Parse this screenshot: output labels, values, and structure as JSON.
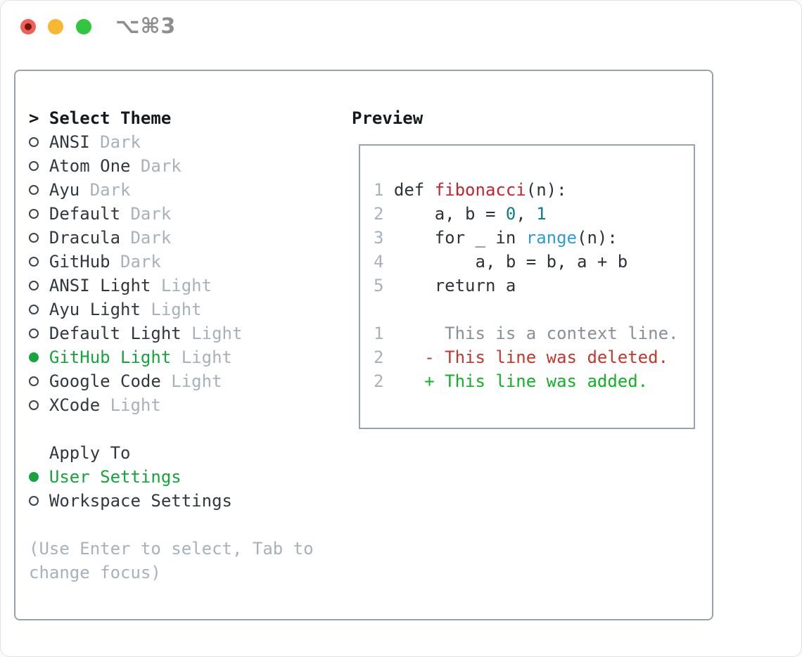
{
  "window": {
    "title": "⌥⌘3",
    "traffic_lights": [
      "close",
      "minimize",
      "zoom"
    ]
  },
  "colors": {
    "green": "#14a53c",
    "muted": "#a8b1bb",
    "dark": "#32383f",
    "black": "#15191d",
    "border": "#98a2ae",
    "plain": "#2d333b",
    "func": "#c22530",
    "lit": "#0e7d87",
    "builtin": "#2b9fd1",
    "ctx": "#878f98",
    "del": "#c5372d",
    "add": "#12b226",
    "lnum": "#a8b1bb",
    "light-red": "#f15f57",
    "light-red-dot": "#72150a",
    "light-yellow": "#f7b733",
    "light-green": "#30c73e",
    "title-gray": "#8e8e8e"
  },
  "theme_panel": {
    "header": {
      "prompt": ">",
      "label": "Select Theme"
    },
    "themes": [
      {
        "name": "ANSI",
        "variant": "Dark",
        "selected": false
      },
      {
        "name": "Atom One",
        "variant": "Dark",
        "selected": false
      },
      {
        "name": "Ayu",
        "variant": "Dark",
        "selected": false
      },
      {
        "name": "Default",
        "variant": "Dark",
        "selected": false
      },
      {
        "name": "Dracula",
        "variant": "Dark",
        "selected": false
      },
      {
        "name": "GitHub",
        "variant": "Dark",
        "selected": false
      },
      {
        "name": "ANSI Light",
        "variant": "Light",
        "selected": false
      },
      {
        "name": "Ayu Light",
        "variant": "Light",
        "selected": false
      },
      {
        "name": "Default Light",
        "variant": "Light",
        "selected": false
      },
      {
        "name": "GitHub Light",
        "variant": "Light",
        "selected": true
      },
      {
        "name": "Google Code",
        "variant": "Light",
        "selected": false
      },
      {
        "name": "XCode",
        "variant": "Light",
        "selected": false
      }
    ],
    "apply_to": {
      "label": "Apply To",
      "options": [
        {
          "name": "User Settings",
          "selected": true
        },
        {
          "name": "Workspace Settings",
          "selected": false
        }
      ]
    },
    "help_lines": [
      "(Use Enter to select, Tab to",
      "change focus)"
    ]
  },
  "preview": {
    "label": "Preview",
    "lines": [
      {
        "num": "1",
        "segs": [
          [
            " def ",
            "plain"
          ],
          [
            "fibonacci",
            "func"
          ],
          [
            "(n):",
            "plain"
          ]
        ]
      },
      {
        "num": "2",
        "segs": [
          [
            "     a, b = ",
            "plain"
          ],
          [
            "0",
            "lit"
          ],
          [
            ", ",
            "plain"
          ],
          [
            "1",
            "lit"
          ]
        ]
      },
      {
        "num": "3",
        "segs": [
          [
            "     for _ in ",
            "plain"
          ],
          [
            "range",
            "builtin"
          ],
          [
            "(n):",
            "plain"
          ]
        ]
      },
      {
        "num": "4",
        "segs": [
          [
            "         a, b = b, a + b",
            "plain"
          ]
        ]
      },
      {
        "num": "5",
        "segs": [
          [
            "     return a",
            "plain"
          ]
        ]
      },
      {
        "num": "",
        "segs": []
      },
      {
        "num": "1",
        "segs": [
          [
            "      This is a context line.",
            "ctx"
          ]
        ]
      },
      {
        "num": "2",
        "segs": [
          [
            "    ",
            "plain"
          ],
          [
            "- This line was deleted.",
            "del"
          ]
        ]
      },
      {
        "num": "2",
        "segs": [
          [
            "    ",
            "plain"
          ],
          [
            "+ This line was added.",
            "add"
          ]
        ]
      }
    ]
  }
}
